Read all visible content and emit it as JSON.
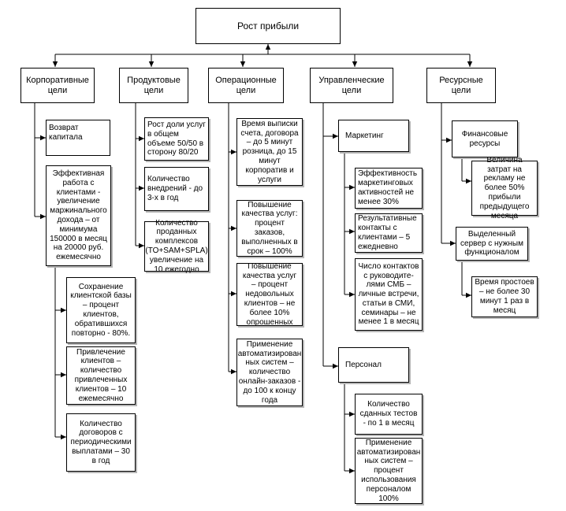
{
  "root": "Рост прибыли",
  "columns": [
    {
      "title": "Корпоративные\nцели",
      "items": [
        "Возврат капитала",
        "Эффективная работа с клиентами - увеличение маржинального дохода – от минимума 150000 в месяц на 20000 руб. ежемесячно"
      ],
      "subitems": [
        "Сохранение клиентской базы – процент клиентов, обратившихся повторно - 80%.",
        "Привлечение клиентов – количество привлеченных клиентов – 10 ежемесячно",
        "Количество договоров с периодическими выплатами – 30 в год"
      ]
    },
    {
      "title": "Продуктовые\nцели",
      "items": [
        "Рост доли услуг в общем объеме 50/50 в сторону 80/20",
        "Количество внедрений - до 3-х в год",
        "Количество проданных комплексов (TO+SAM+SPLA) увеличение на 10 ежегодно"
      ]
    },
    {
      "title": "Операционные\nцели",
      "items": [
        "Время выписки счета, договора – до 5 минут розница, до 15 минут корпоратив и услуги",
        "Повышение качества услуг: процент заказов, выполненных в срок – 100%",
        "Повышение качества услуг – процент недовольных клиентов – не более 10% опрошенных",
        "Применение автоматизирован ных систем – количество онлайн-заказов - до 100 к концу года"
      ]
    },
    {
      "title": "Управленческие\nцели",
      "groups": [
        {
          "title": "Маркетинг",
          "items": [
            "Эффективность маркетинговых активностей не менее 30%",
            "Результативные контакты с клиентами – 5 ежедневно",
            "Число контактов с руководите-лями СМБ – личные встречи, статьи в СМИ, семинары – не менее 1 в месяц"
          ]
        },
        {
          "title": "Персонал",
          "items": [
            "Количество сданных тестов - по 1 в месяц",
            "Применение автоматизирован ных систем – процент использования персоналом 100%"
          ]
        }
      ]
    },
    {
      "title": "Ресурсные\nцели",
      "groups": [
        {
          "title": "Финансовые ресурсы",
          "items": [
            "Величина затрат на рекламу не более 50% прибыли предыдущего месяца"
          ]
        },
        {
          "title": "Выделенный сервер с нужным функционалом",
          "items": [
            "Время простоев – не более 30 минут 1 раз в месяц"
          ]
        }
      ]
    }
  ]
}
